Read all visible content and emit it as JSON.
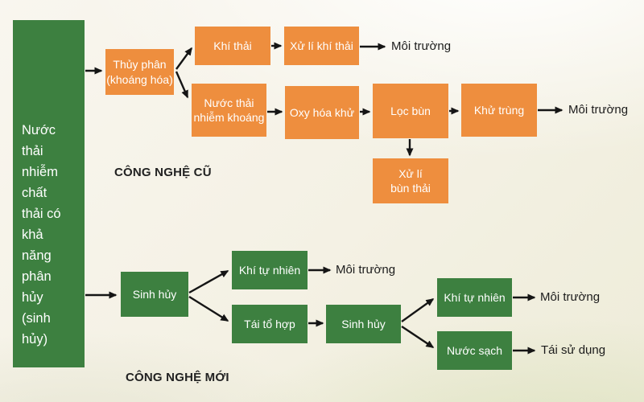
{
  "palette": {
    "orange": "#EE8E3E",
    "green": "#3D8040",
    "arrow": "#151515",
    "node_text": "#FFFFFF",
    "label_text": "#1C1C1C",
    "background_top": "#FBF9F3",
    "background_bottom": "#ECECD7"
  },
  "source_node": {
    "label": "Nước thải\nnhiễm chất\nthải có khả\nnăng phân\nhủy\n(sinh hủy)"
  },
  "old_tech": {
    "section_label": "CÔNG NGHỆ CŨ",
    "nodes": {
      "thuy_phan": "Thủy phân\n(khoáng hóa)",
      "khi_thai": "Khí thải",
      "xu_li_khi_thai": "Xử lí khí thải",
      "nuoc_thai_nhiem_khoang": "Nước thải\nnhiễm khoáng",
      "oxy_hoa_khu": "Oxy hóa khử",
      "loc_bun": "Lọc bùn",
      "khu_trung": "Khử trùng",
      "xu_li_bun_thai": "Xử lí\nbùn thải"
    },
    "outputs": {
      "air": "Môi trường",
      "water": "Môi trường"
    }
  },
  "new_tech": {
    "section_label": "CÔNG NGHỆ MỚI",
    "nodes": {
      "sinh_huy_1": "Sinh hủy",
      "khi_tu_nhien_1": "Khí tự nhiên",
      "tai_to_hop": "Tái tổ hợp",
      "sinh_huy_2": "Sinh hủy",
      "khi_tu_nhien_2": "Khí tự nhiên",
      "nuoc_sach": "Nước sạch"
    },
    "outputs": {
      "air_1": "Môi trường",
      "air_2": "Môi trường",
      "reuse": "Tái sử dụng"
    }
  }
}
